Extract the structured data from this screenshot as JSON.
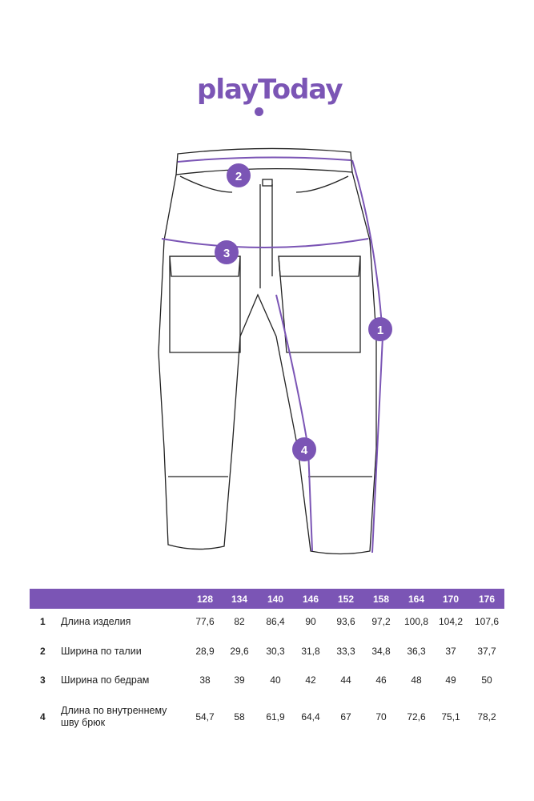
{
  "brand": {
    "logo_text": "playToday"
  },
  "markers": [
    "1",
    "2",
    "3",
    "4"
  ],
  "colors": {
    "accent": "#7b55b5"
  },
  "table": {
    "sizes": [
      "128",
      "134",
      "140",
      "146",
      "152",
      "158",
      "164",
      "170",
      "176"
    ],
    "rows": [
      {
        "num": "1",
        "label": "Длина изделия",
        "values": [
          "77,6",
          "82",
          "86,4",
          "90",
          "93,6",
          "97,2",
          "100,8",
          "104,2",
          "107,6"
        ]
      },
      {
        "num": "2",
        "label": "Ширина по талии",
        "values": [
          "28,9",
          "29,6",
          "30,3",
          "31,8",
          "33,3",
          "34,8",
          "36,3",
          "37",
          "37,7"
        ]
      },
      {
        "num": "3",
        "label": "Ширина по бедрам",
        "values": [
          "38",
          "39",
          "40",
          "42",
          "44",
          "46",
          "48",
          "49",
          "50"
        ]
      },
      {
        "num": "4",
        "label": "Длина по внутреннему шву брюк",
        "values": [
          "54,7",
          "58",
          "61,9",
          "64,4",
          "67",
          "70",
          "72,6",
          "75,1",
          "78,2"
        ]
      }
    ]
  }
}
